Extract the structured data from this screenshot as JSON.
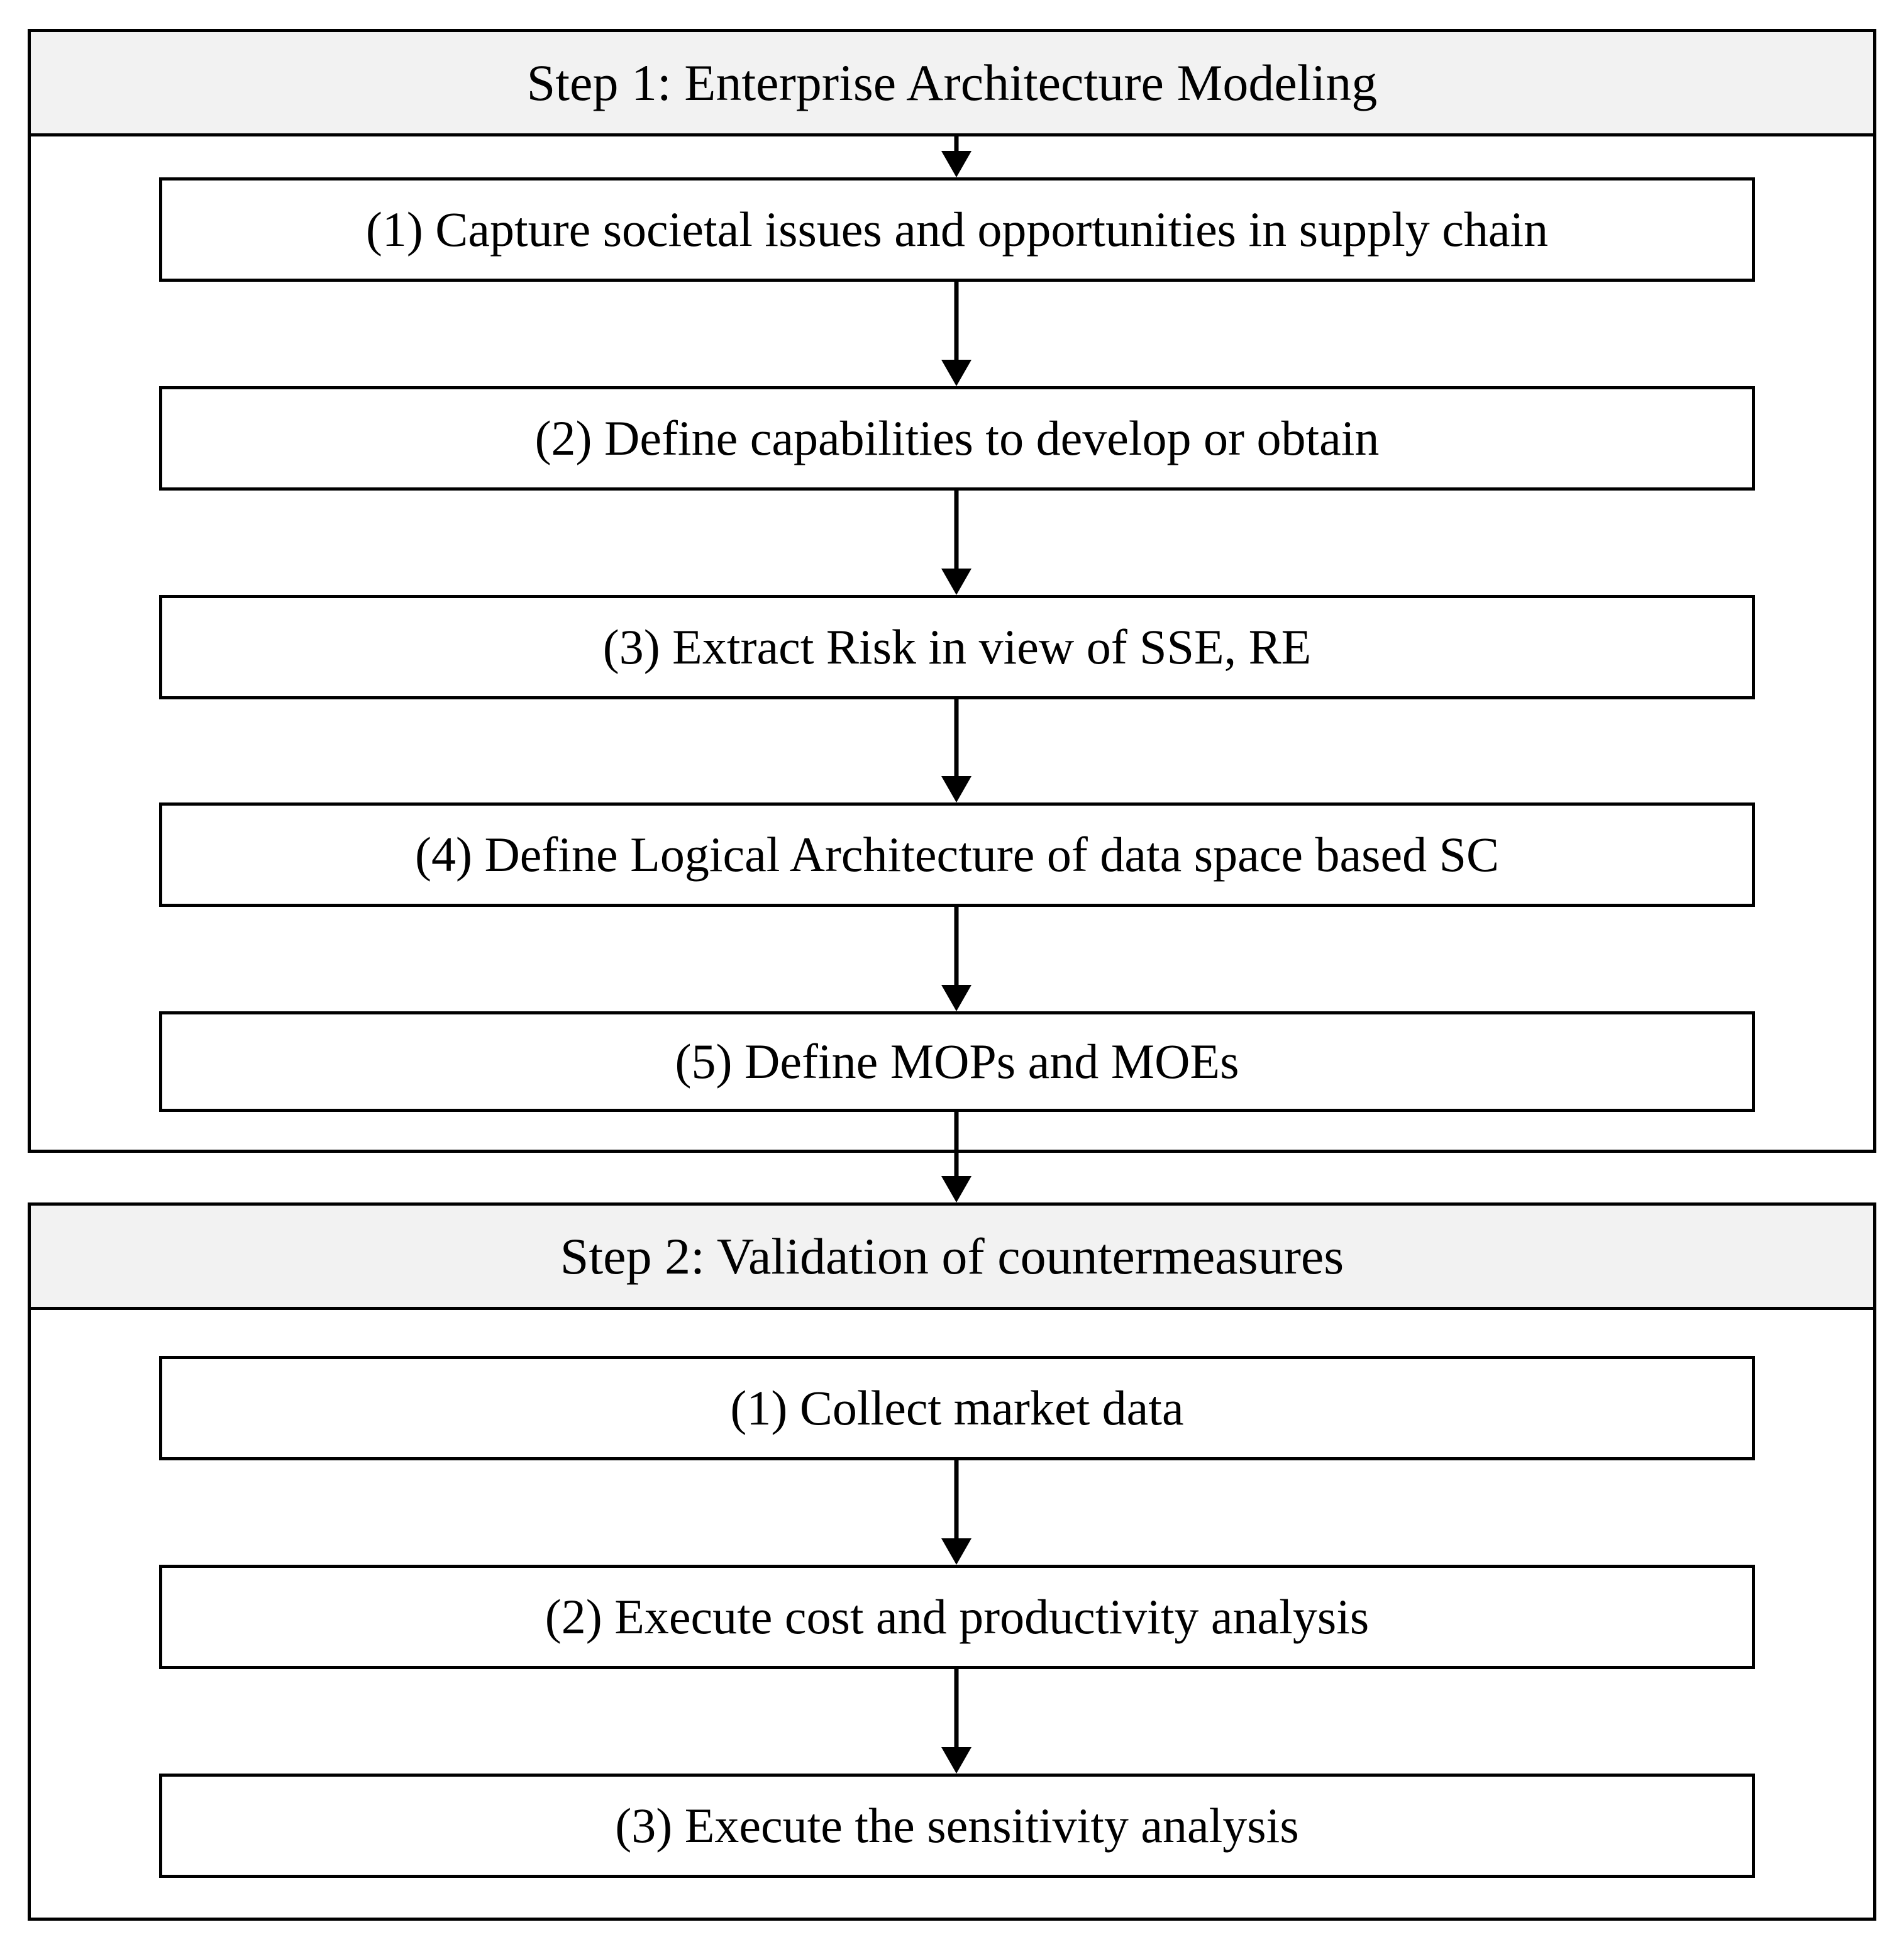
{
  "step1": {
    "title": "Step 1: Enterprise Architecture Modeling",
    "items": [
      "(1) Capture societal issues and opportunities in supply chain",
      "(2) Define capabilities to develop or obtain",
      "(3) Extract Risk in view of SSE, RE",
      "(4) Define Logical Architecture of data space based SC",
      "(5) Define MOPs and MOEs"
    ]
  },
  "step2": {
    "title": "Step 2: Validation of countermeasures",
    "items": [
      "(1) Collect market data",
      "(2) Execute cost and productivity analysis",
      "(3) Execute the sensitivity analysis"
    ]
  },
  "colors": {
    "header_fill": "#f2f2f2",
    "stroke": "#000000",
    "background": "#ffffff"
  }
}
